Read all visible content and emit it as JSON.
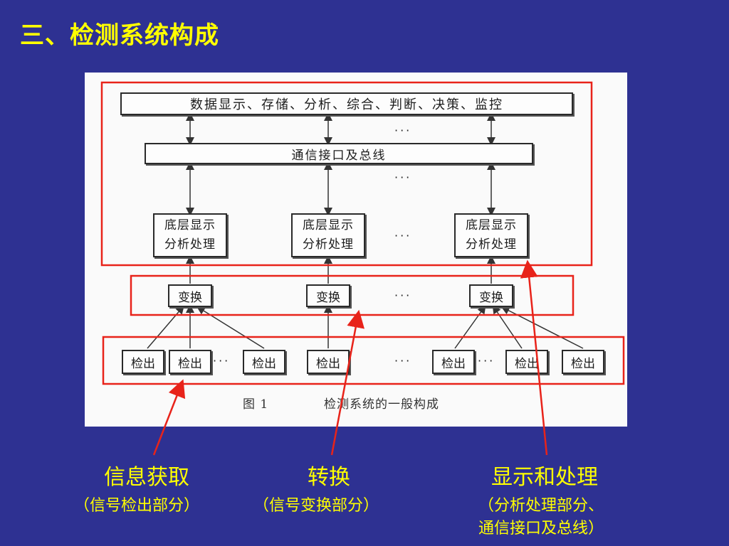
{
  "slide_title": "三、检测系统构成",
  "diagram": {
    "top_box": "数据显示、存储、分析、综合、判断、决策、监控",
    "bus_box": "通信接口及总线",
    "processing_line1": "底层显示",
    "processing_line2": "分析处理",
    "conversion": "变换",
    "detection": "检出",
    "ellipsis": "···",
    "caption_figure": "图 1",
    "caption_text": "检测系统的一般构成"
  },
  "labels": {
    "acquisition": {
      "title": "信息获取",
      "subtitle": "（信号检出部分）"
    },
    "conversion": {
      "title": "转换",
      "subtitle": "（信号变换部分）"
    },
    "display": {
      "title": "显示和处理",
      "subtitle_line1": "（分析处理部分、",
      "subtitle_line2": "通信接口及总线）"
    }
  },
  "colors": {
    "background": "#2e3192",
    "title_text": "#ffff00",
    "highlight_red": "#e8231a"
  }
}
